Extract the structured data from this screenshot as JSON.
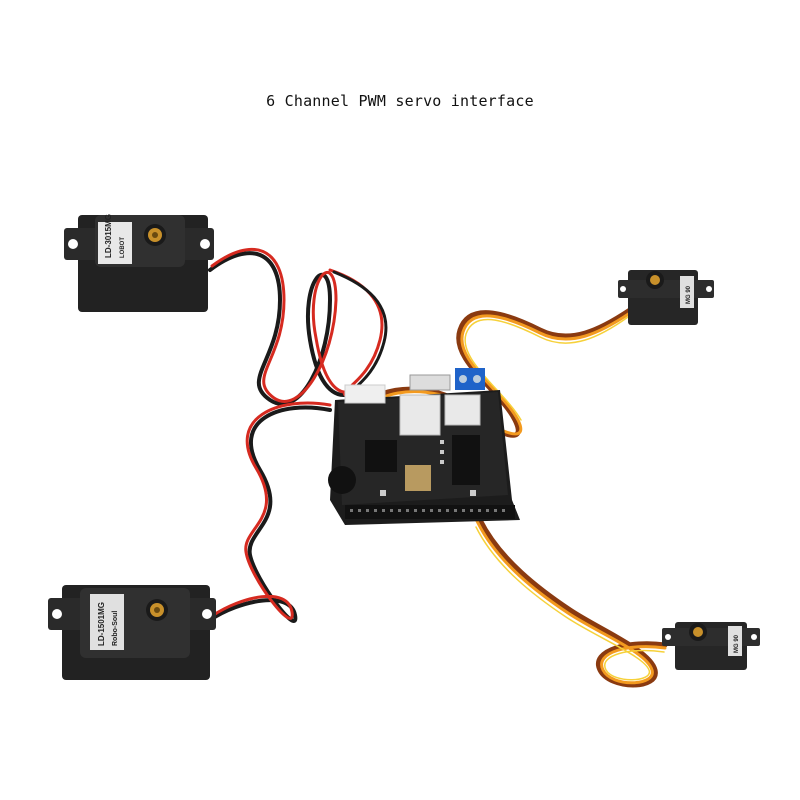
{
  "caption": "6 Channel PWM servo interface",
  "servos": {
    "top_left": {
      "label": "LD-3015MG",
      "sub": "LOBOT"
    },
    "bottom_left": {
      "label": "LD-1501MG",
      "sub": "Robo-Soul"
    },
    "top_right": {
      "label": "MG 90"
    },
    "bottom_right": {
      "label": "MG 90"
    }
  },
  "colors": {
    "servo_body": "#2a2a2a",
    "wire_red": "#d62a20",
    "wire_black": "#1a1a1a",
    "wire_orange": "#f39a1f",
    "wire_yellow": "#f6d13a",
    "horn_brass": "#c8902a",
    "pcb": "#232323",
    "terminal_blue": "#1f63c9"
  }
}
